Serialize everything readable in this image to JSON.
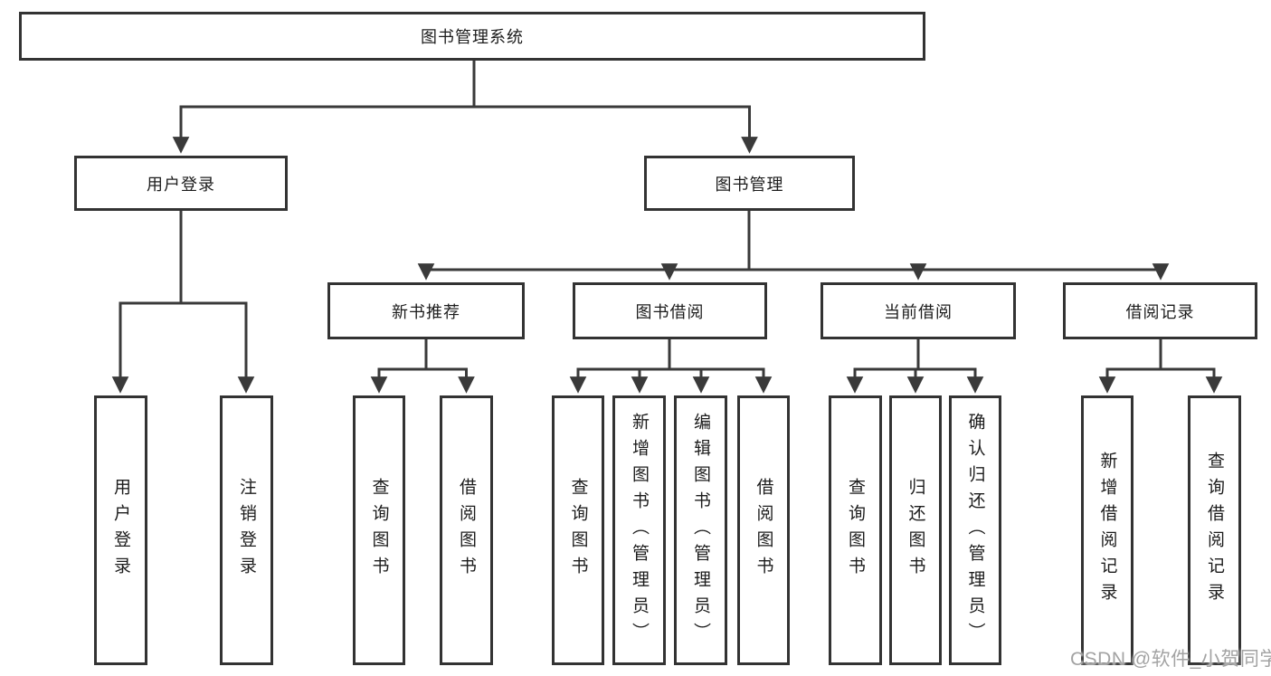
{
  "diagram_title": "图书管理系统",
  "colors": {
    "line": "#3a3a3a",
    "box_border": "#333333",
    "text": "#1c1c1c",
    "background": "#ffffff",
    "watermark": "#a3a3a3"
  },
  "nodes": {
    "root": "图书管理系统",
    "user_login": "用户登录",
    "book_mgmt": "图书管理",
    "leaf_user_login": "用户登录",
    "leaf_logout": "注销登录",
    "new_book_rec": "新书推荐",
    "book_borrow": "图书借阅",
    "current_borrow": "当前借阅",
    "borrow_record": "借阅记录",
    "leaf_query_book_1": "查询图书",
    "leaf_borrow_book_1": "借阅图书",
    "leaf_query_book_2": "查询图书",
    "leaf_add_book_admin": "新增图书（管理员）",
    "leaf_edit_book_admin": "编辑图书（管理员）",
    "leaf_borrow_book_2": "借阅图书",
    "leaf_query_book_3": "查询图书",
    "leaf_return_book": "归还图书",
    "leaf_confirm_return_admin": "确认归还（管理员）",
    "leaf_add_borrow_record": "新增借阅记录",
    "leaf_query_borrow_record": "查询借阅记录"
  },
  "hierarchy": {
    "图书管理系统": [
      "用户登录",
      "图书管理"
    ],
    "用户登录": [
      "用户登录",
      "注销登录"
    ],
    "图书管理": [
      "新书推荐",
      "图书借阅",
      "当前借阅",
      "借阅记录"
    ],
    "新书推荐": [
      "查询图书",
      "借阅图书"
    ],
    "图书借阅": [
      "查询图书",
      "新增图书（管理员）",
      "编辑图书（管理员）",
      "借阅图书"
    ],
    "当前借阅": [
      "查询图书",
      "归还图书",
      "确认归还（管理员）"
    ],
    "借阅记录": [
      "新增借阅记录",
      "查询借阅记录"
    ]
  },
  "watermark": "CSDN @软件_小贺同学"
}
